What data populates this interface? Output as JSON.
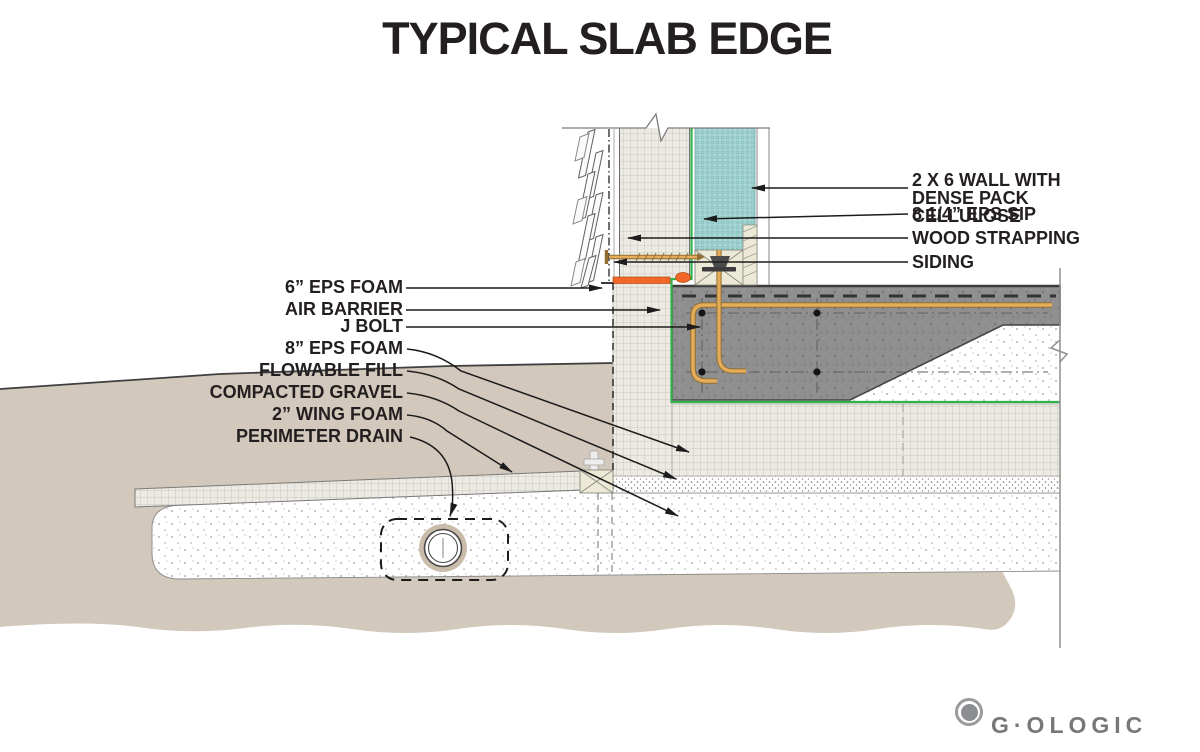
{
  "title": "TYPICAL SLAB EDGE",
  "callouts": {
    "left": [
      {
        "text": "6” EPS FOAM"
      },
      {
        "text": "AIR BARRIER"
      },
      {
        "text": "J BOLT"
      },
      {
        "text": "8” EPS FOAM"
      },
      {
        "text": "FLOWABLE FILL"
      },
      {
        "text": "COMPACTED GRAVEL"
      },
      {
        "text": "2” WING FOAM"
      },
      {
        "text": "PERIMETER DRAIN"
      }
    ],
    "right": [
      {
        "text": "2 X 6 WALL WITH DENSE PACK CELLULOSE"
      },
      {
        "text": "8 1/4” EPS SIP"
      },
      {
        "text": "WOOD STRAPPING"
      },
      {
        "text": "SIDING"
      }
    ]
  },
  "logo": {
    "text": "G·OLOGIC",
    "mark": "gologic-ring-icon"
  },
  "colors": {
    "ink": "#231f20",
    "soil": "#d2c8bb",
    "concrete": "#8f8f8f",
    "cellulose_teal": "#a9d6d4",
    "air_barrier": "#2fb24a",
    "foam_orange": "#f2662a",
    "hardware_tan": "#e5ad5a",
    "wood_cream": "#ece9d6",
    "logo_gray": "#77787b"
  }
}
